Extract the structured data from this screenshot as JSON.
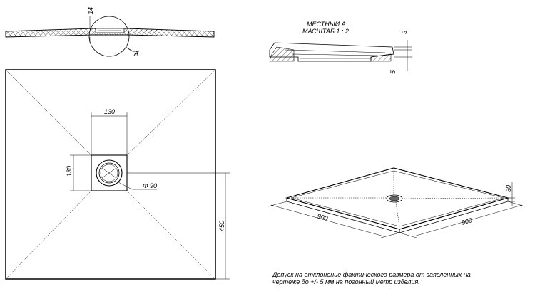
{
  "side_view": {
    "thickness_dim": "14",
    "callout_label": "A"
  },
  "detail": {
    "title": "МЕСТНЫЙ А",
    "scale": "МАСШТАБ 1 : 2",
    "dim_top": "3",
    "dim_bottom": "5"
  },
  "plan_view": {
    "drain_width": "130",
    "drain_height": "130",
    "drain_diameter": "Φ 90",
    "drain_offset": "450"
  },
  "iso_view": {
    "height": "30",
    "width_left": "900",
    "width_right": "900"
  },
  "note": {
    "line1": "Допуск на отклонение фактического размера от заявленных на",
    "line2": "чертеже до +/- 5 мм на погонный метр изделия."
  }
}
